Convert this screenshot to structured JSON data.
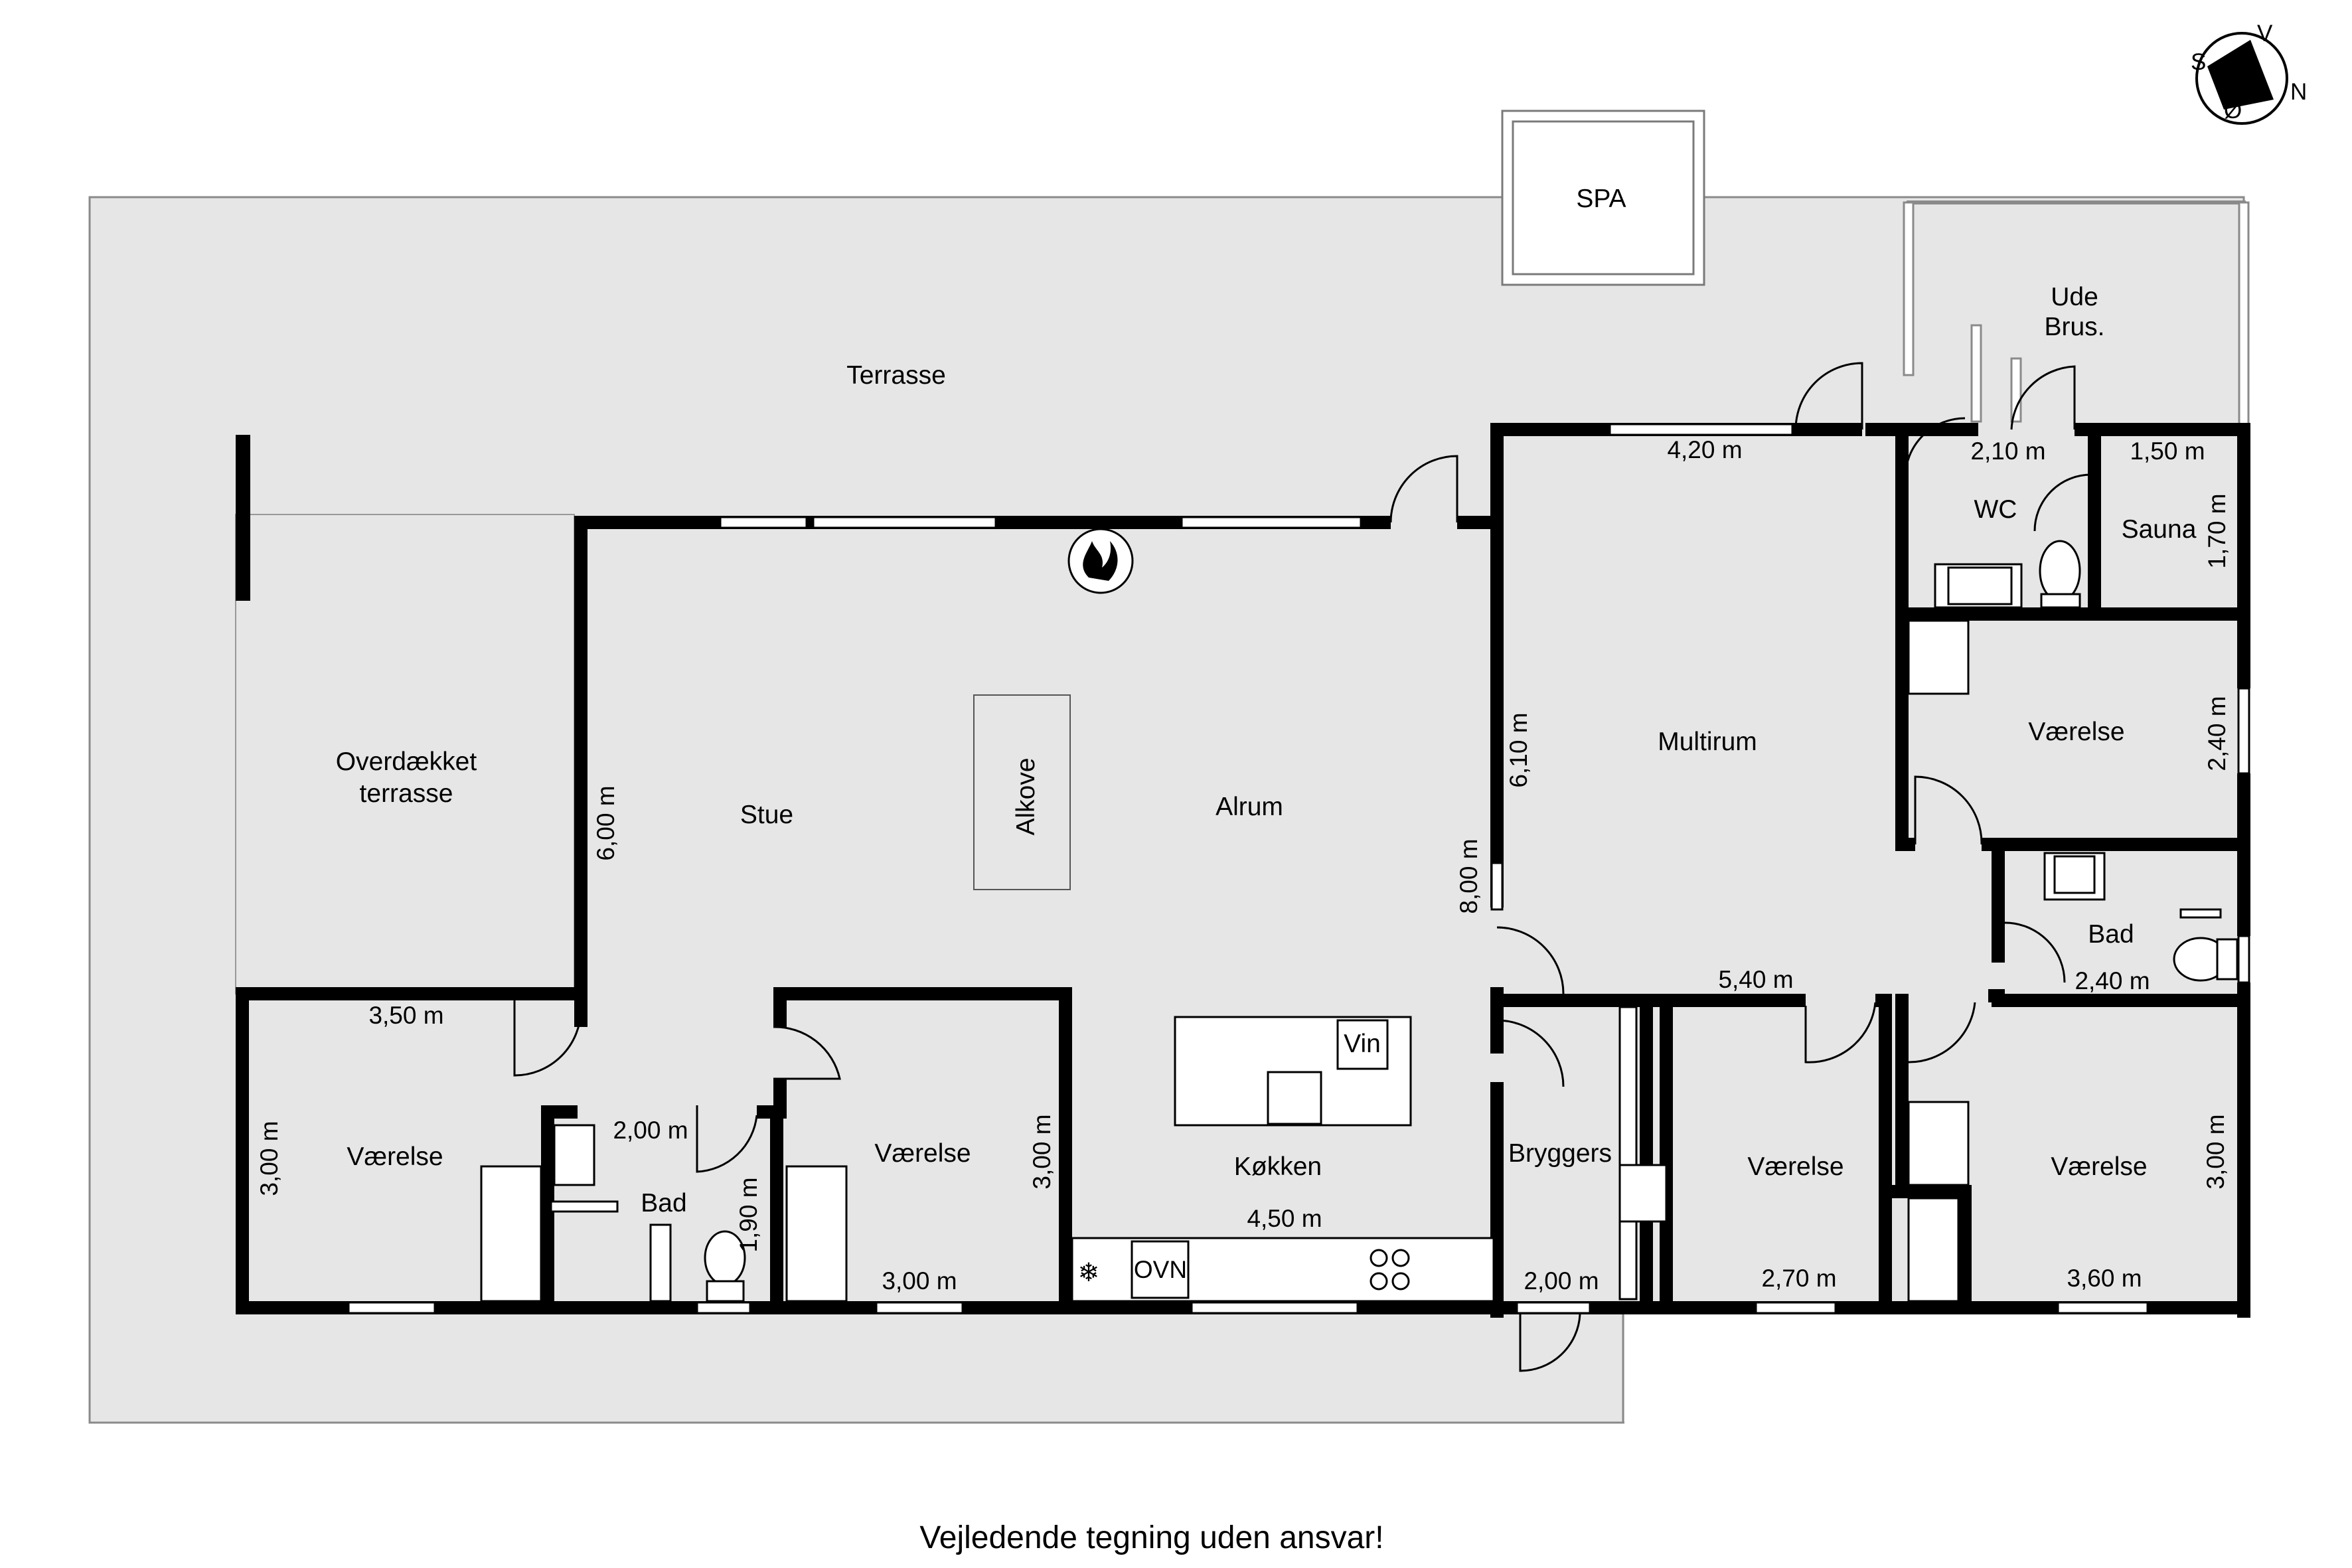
{
  "rooms": {
    "terrasse": "Terrasse",
    "spa": "SPA",
    "ude_brus_line1": "Ude",
    "ude_brus_line2": "Brus.",
    "overdaekket_line1": "Overdækket",
    "overdaekket_line2": "terrasse",
    "stue": "Stue",
    "alkove": "Alkove",
    "alrum": "Alrum",
    "multirum": "Multirum",
    "wc": "WC",
    "sauna": "Sauna",
    "vaerelse": "Værelse",
    "bad": "Bad",
    "koekken": "Køkken",
    "bryggers": "Bryggers",
    "vin": "Vin",
    "ovn": "OVN"
  },
  "dimensions": {
    "multirum_top": "4,20 m",
    "wc_top": "2,10 m",
    "sauna_top": "1,50 m",
    "sauna_side": "1,70 m",
    "vaerelse_ne_side": "2,40 m",
    "bad_e_bottom": "2,40 m",
    "multirum_side": "6,10 m",
    "alrum_side": "8,00 m",
    "stue_side": "6,00 m",
    "multirum_bottom": "5,40 m",
    "vaerelse_w_top": "3,50 m",
    "vaerelse_w_side": "3,00 m",
    "bad_w_top": "2,00 m",
    "bad_w_side": "1,90 m",
    "vaerelse_c_side": "3,00 m",
    "vaerelse_c_bottom": "3,00 m",
    "koekken_bottom": "4,50 m",
    "bryggers_bottom": "2,00 m",
    "vaerelse_se1_bottom": "2,70 m",
    "vaerelse_se2_bottom": "3,60 m",
    "vaerelse_se2_side": "3,00 m"
  },
  "compass": {
    "letters": [
      "N",
      "S",
      "Ø",
      "V"
    ]
  },
  "caption": "Vejledende tegning uden ansvar!",
  "colors": {
    "floor": "#e6e6e6",
    "wall": "#000000",
    "outline": "#808080"
  }
}
